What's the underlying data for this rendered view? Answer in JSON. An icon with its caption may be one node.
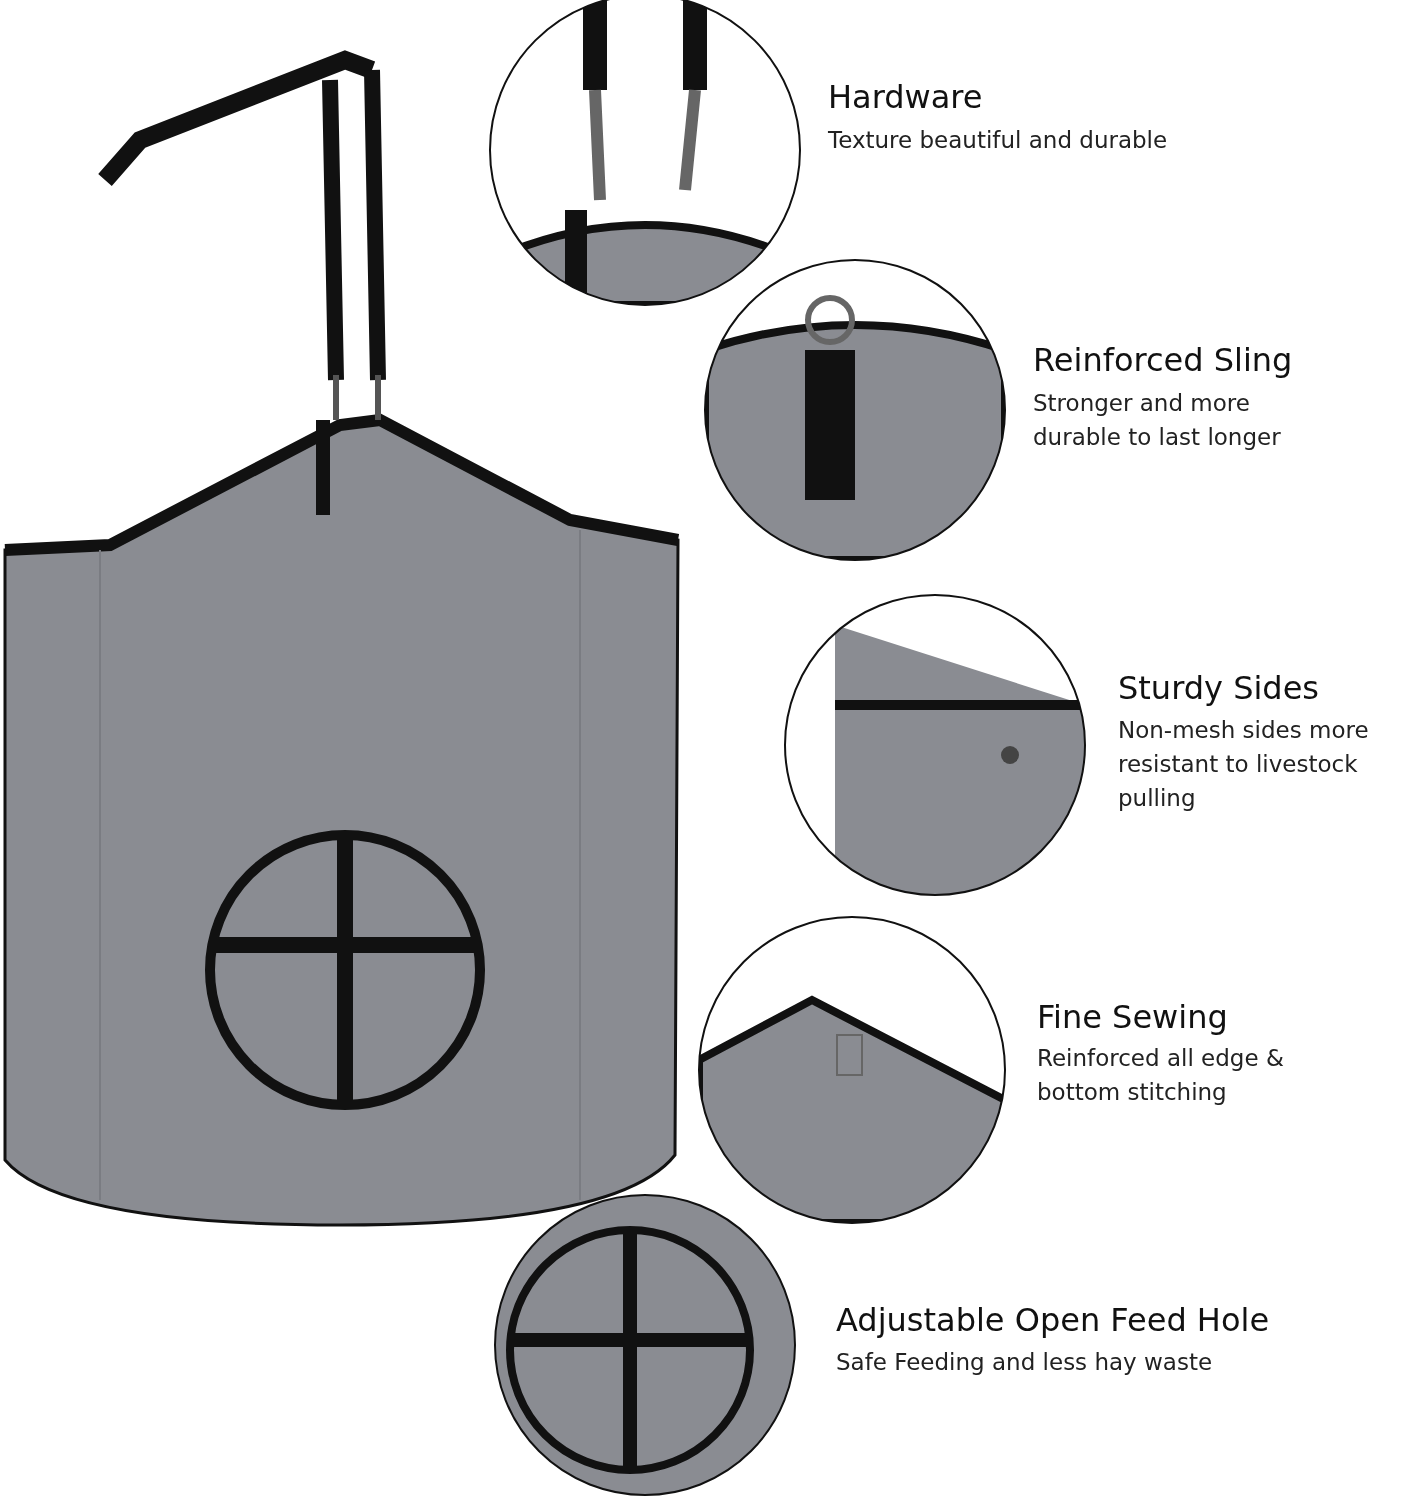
{
  "diagram": {
    "labels": [
      "Hardware",
      "Texture beautiful and durable",
      "Reinforced Sling",
      "Stronger and more durable to last longer",
      "Sturdy Sides",
      "Non-mesh sides more resistant to livestock pulling",
      "Fine Sewing",
      "Reinforced all edge & bottom stitching",
      "Adjustable Open Feed Hole",
      "Safe Feeding and less hay waste"
    ]
  }
}
